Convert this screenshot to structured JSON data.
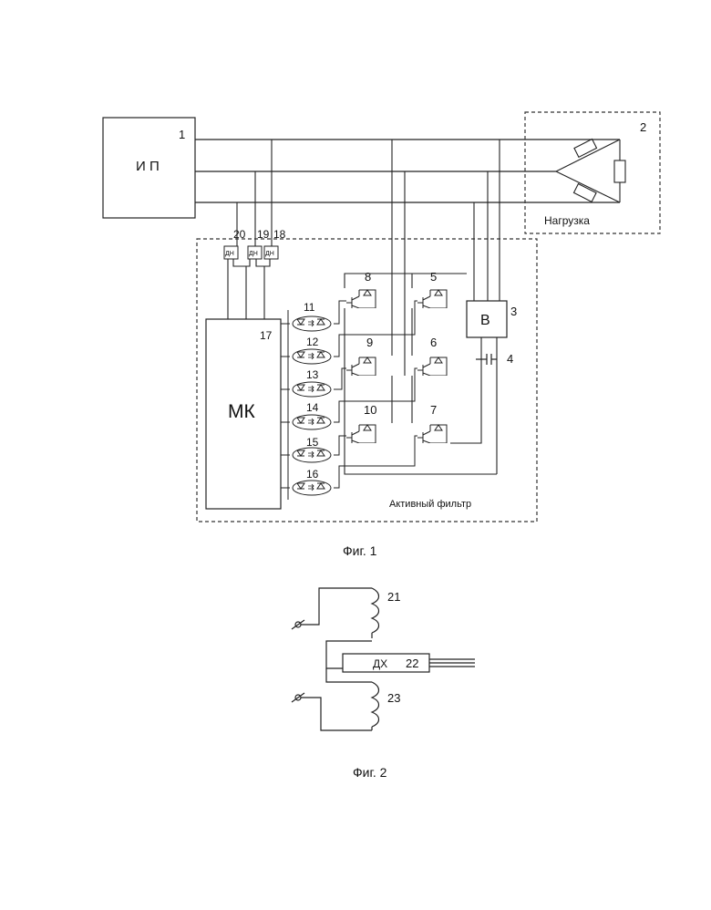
{
  "figure1": {
    "power_source": {
      "label": "И П",
      "number": "1"
    },
    "load": {
      "label": "Нагрузка",
      "number": "2"
    },
    "rectifier": {
      "label": "В",
      "number": "3"
    },
    "capacitor": {
      "number": "4"
    },
    "switches": [
      "5",
      "6",
      "7",
      "8",
      "9",
      "10"
    ],
    "optocouplers": [
      "11",
      "12",
      "13",
      "14",
      "15",
      "16"
    ],
    "microcontroller": {
      "label": "МК",
      "number": "17"
    },
    "voltage_sensors": {
      "label": "ДН",
      "numbers": [
        "20",
        "19",
        "18"
      ]
    },
    "active_filter_label": "Активный фильтр",
    "caption": "Фиг. 1"
  },
  "figure2": {
    "winding_top": "21",
    "hall_sensor": {
      "label": "ДХ",
      "number": "22"
    },
    "winding_bottom": "23",
    "caption": "Фиг. 2"
  }
}
